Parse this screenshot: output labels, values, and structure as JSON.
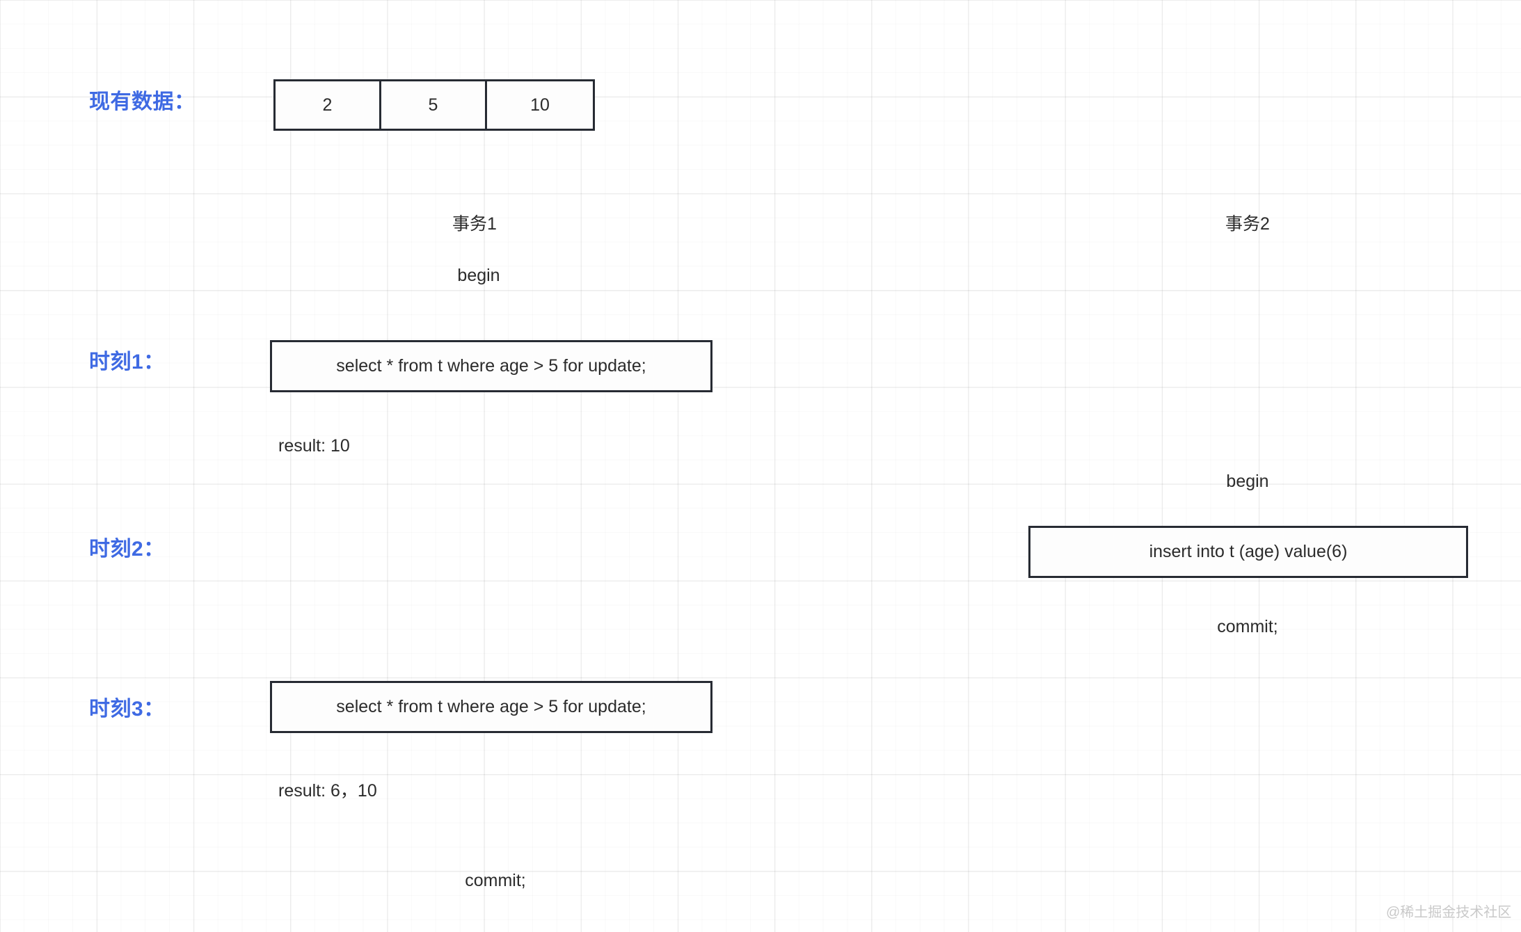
{
  "diagram": {
    "existing_data": {
      "label": "现有数据：",
      "cells": [
        "2",
        "5",
        "10"
      ]
    },
    "columns": [
      {
        "name": "事务1"
      },
      {
        "name": "事务2"
      }
    ],
    "timeline_labels": [
      "时刻1：",
      "时刻2：",
      "时刻3："
    ],
    "txn1": {
      "begin": "begin",
      "t1_sql": "select * from t where age > 5 for update;",
      "t1_result": "result: 10",
      "t3_sql": "select * from t where age > 5 for update;",
      "t3_result": "result: 6，10",
      "commit": "commit;"
    },
    "txn2": {
      "begin": "begin",
      "t2_sql": "insert into t (age) value(6)",
      "commit": "commit;"
    },
    "watermark": "@稀土掘金技术社区",
    "colors": {
      "label_blue": "#3f6ae3",
      "box_border": "#272b33",
      "text": "#2b2b2b",
      "watermark": "#c9c9c9"
    }
  }
}
